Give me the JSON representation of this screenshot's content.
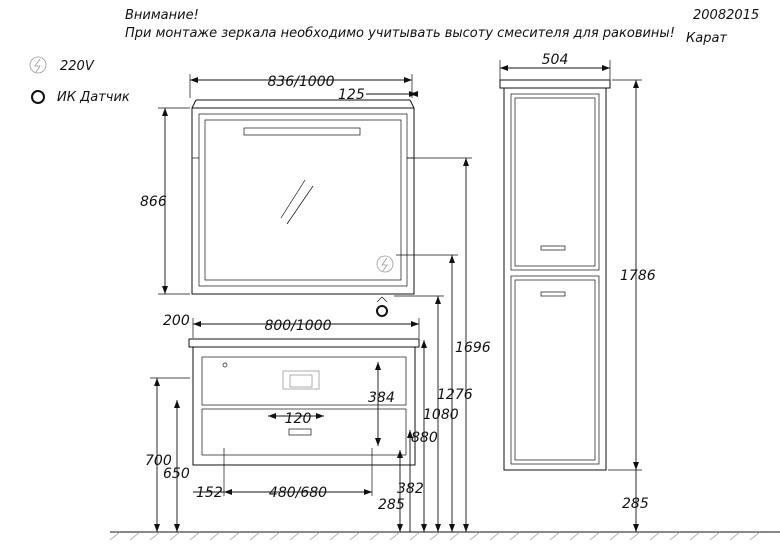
{
  "header": {
    "warning_title": "Внимание!",
    "warning_text": "При монтаже зеркала необходимо учитывать высоту смесителя для раковины!",
    "code": "20082015",
    "model": "Карат"
  },
  "legend": {
    "power_label": "220V",
    "power_icon": "power-socket-icon",
    "sensor_label": "ИК Датчик",
    "sensor_icon": "ir-sensor-icon"
  },
  "mirror": {
    "width": "836/1000",
    "depth": "125",
    "height": "866"
  },
  "vanity": {
    "depth": "200",
    "width": "800/1000",
    "sink_depth": "384",
    "basin_width": "120",
    "leg_offset": "152",
    "leg_span": "480/680",
    "sink_height": "700",
    "cabinet_height": "650",
    "drain_height": "285",
    "water_height": "382"
  },
  "heights": {
    "h1696": "1696",
    "h1276": "1276",
    "h1080": "1080",
    "h880": "880"
  },
  "tall_cabinet": {
    "width": "504",
    "height": "1786",
    "floor_clearance": "285"
  }
}
